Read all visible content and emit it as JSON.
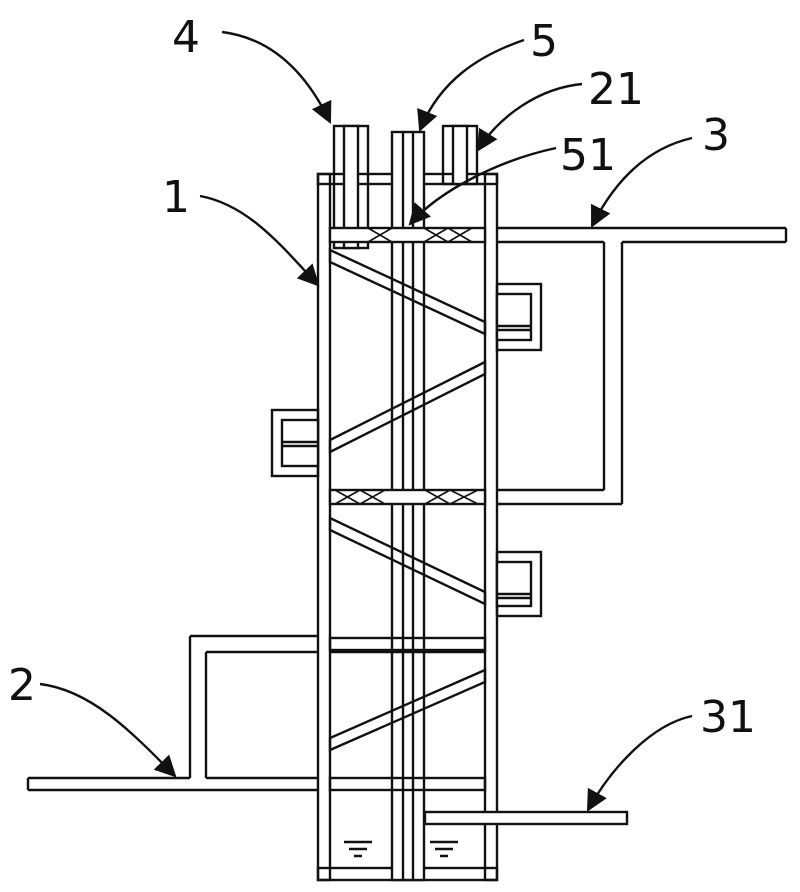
{
  "labels": {
    "l1": "1",
    "l2": "2",
    "l3": "3",
    "l4": "4",
    "l5": "5",
    "l21": "21",
    "l31": "31",
    "l51": "51"
  },
  "colors": {
    "line": "#111111",
    "background": "#ffffff"
  }
}
